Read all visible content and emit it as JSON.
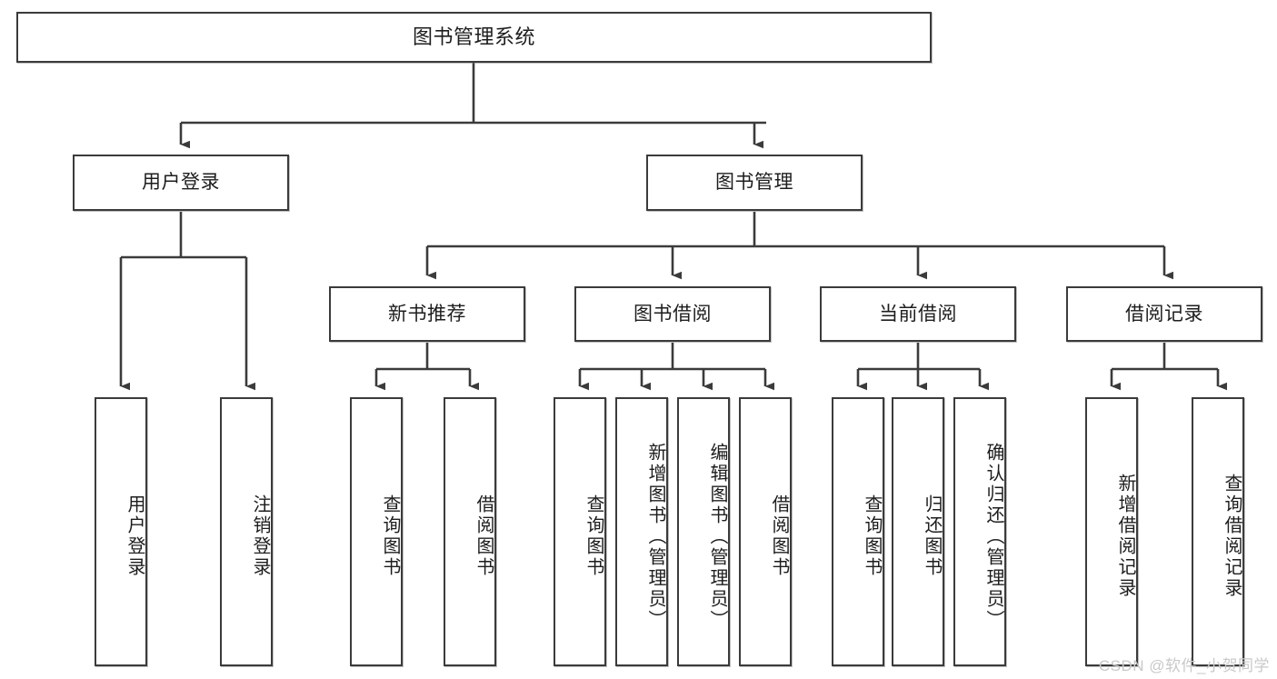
{
  "diagram": {
    "title": "图书管理系统",
    "type": "tree",
    "orientation": "top-down",
    "line_color": "#3b3b3b",
    "box_fill": "#ffffff",
    "text_color": "#1d1d1d"
  },
  "nodes": {
    "root": {
      "label": "图书管理系统",
      "level": 0
    },
    "level1": [
      {
        "id": "user_login",
        "label": "用户登录"
      },
      {
        "id": "book_manage",
        "label": "图书管理"
      }
    ],
    "level2": [
      {
        "id": "new_book_rec",
        "label": "新书推荐",
        "parent": "book_manage"
      },
      {
        "id": "book_borrow",
        "label": "图书借阅",
        "parent": "book_manage"
      },
      {
        "id": "current_borrow",
        "label": "当前借阅",
        "parent": "book_manage"
      },
      {
        "id": "borrow_record",
        "label": "借阅记录",
        "parent": "book_manage"
      }
    ],
    "leaves": [
      {
        "id": "leaf_user_login",
        "label": "用户登录",
        "parent": "user_login"
      },
      {
        "id": "leaf_user_logout",
        "label": "注销登录",
        "parent": "user_login"
      },
      {
        "id": "leaf_query_book_1",
        "label": "查询图书",
        "parent": "new_book_rec"
      },
      {
        "id": "leaf_borrow_book_1",
        "label": "借阅图书",
        "parent": "new_book_rec"
      },
      {
        "id": "leaf_query_book_2",
        "label": "查询图书",
        "parent": "book_borrow"
      },
      {
        "id": "leaf_add_book",
        "label": "新增图书（管理员）",
        "parent": "book_borrow"
      },
      {
        "id": "leaf_edit_book",
        "label": "编辑图书（管理员）",
        "parent": "book_borrow"
      },
      {
        "id": "leaf_borrow_book_2",
        "label": "借阅图书",
        "parent": "book_borrow"
      },
      {
        "id": "leaf_query_book_3",
        "label": "查询图书",
        "parent": "current_borrow"
      },
      {
        "id": "leaf_return_book",
        "label": "归还图书",
        "parent": "current_borrow"
      },
      {
        "id": "leaf_confirm_return",
        "label": "确认归还（管理员）",
        "parent": "current_borrow"
      },
      {
        "id": "leaf_add_record",
        "label": "新增借阅记录",
        "parent": "borrow_record"
      },
      {
        "id": "leaf_query_record",
        "label": "查询借阅记录",
        "parent": "borrow_record"
      }
    ]
  },
  "watermark": {
    "text": "CSDN @软件_小贺同学"
  }
}
